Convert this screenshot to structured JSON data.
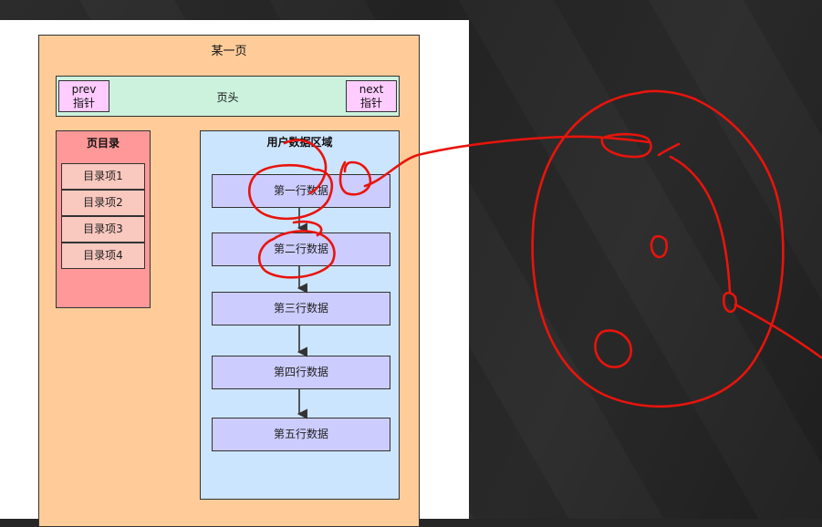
{
  "diagram": {
    "page_title": "某一页",
    "page_header": {
      "label": "页头",
      "prev": [
        "prev",
        "指针"
      ],
      "next": [
        "next",
        "指针"
      ]
    },
    "directory": {
      "title": "页目录",
      "items": [
        "目录项1",
        "目录项2",
        "目录项3",
        "目录项4"
      ]
    },
    "user_data": {
      "title": "用户数据区域",
      "rows": [
        "第一行数据",
        "第二行数据",
        "第三行数据",
        "第四行数据",
        "第五行数据"
      ]
    }
  },
  "colors": {
    "page": "#ffcc99",
    "header": "#ccf2dd",
    "pointer": "#ffccff",
    "directory": "#ff9999",
    "directory_item": "#f9c8bf",
    "user_area": "#cce5ff",
    "row": "#ccccff",
    "annotation": "#e8140c"
  }
}
